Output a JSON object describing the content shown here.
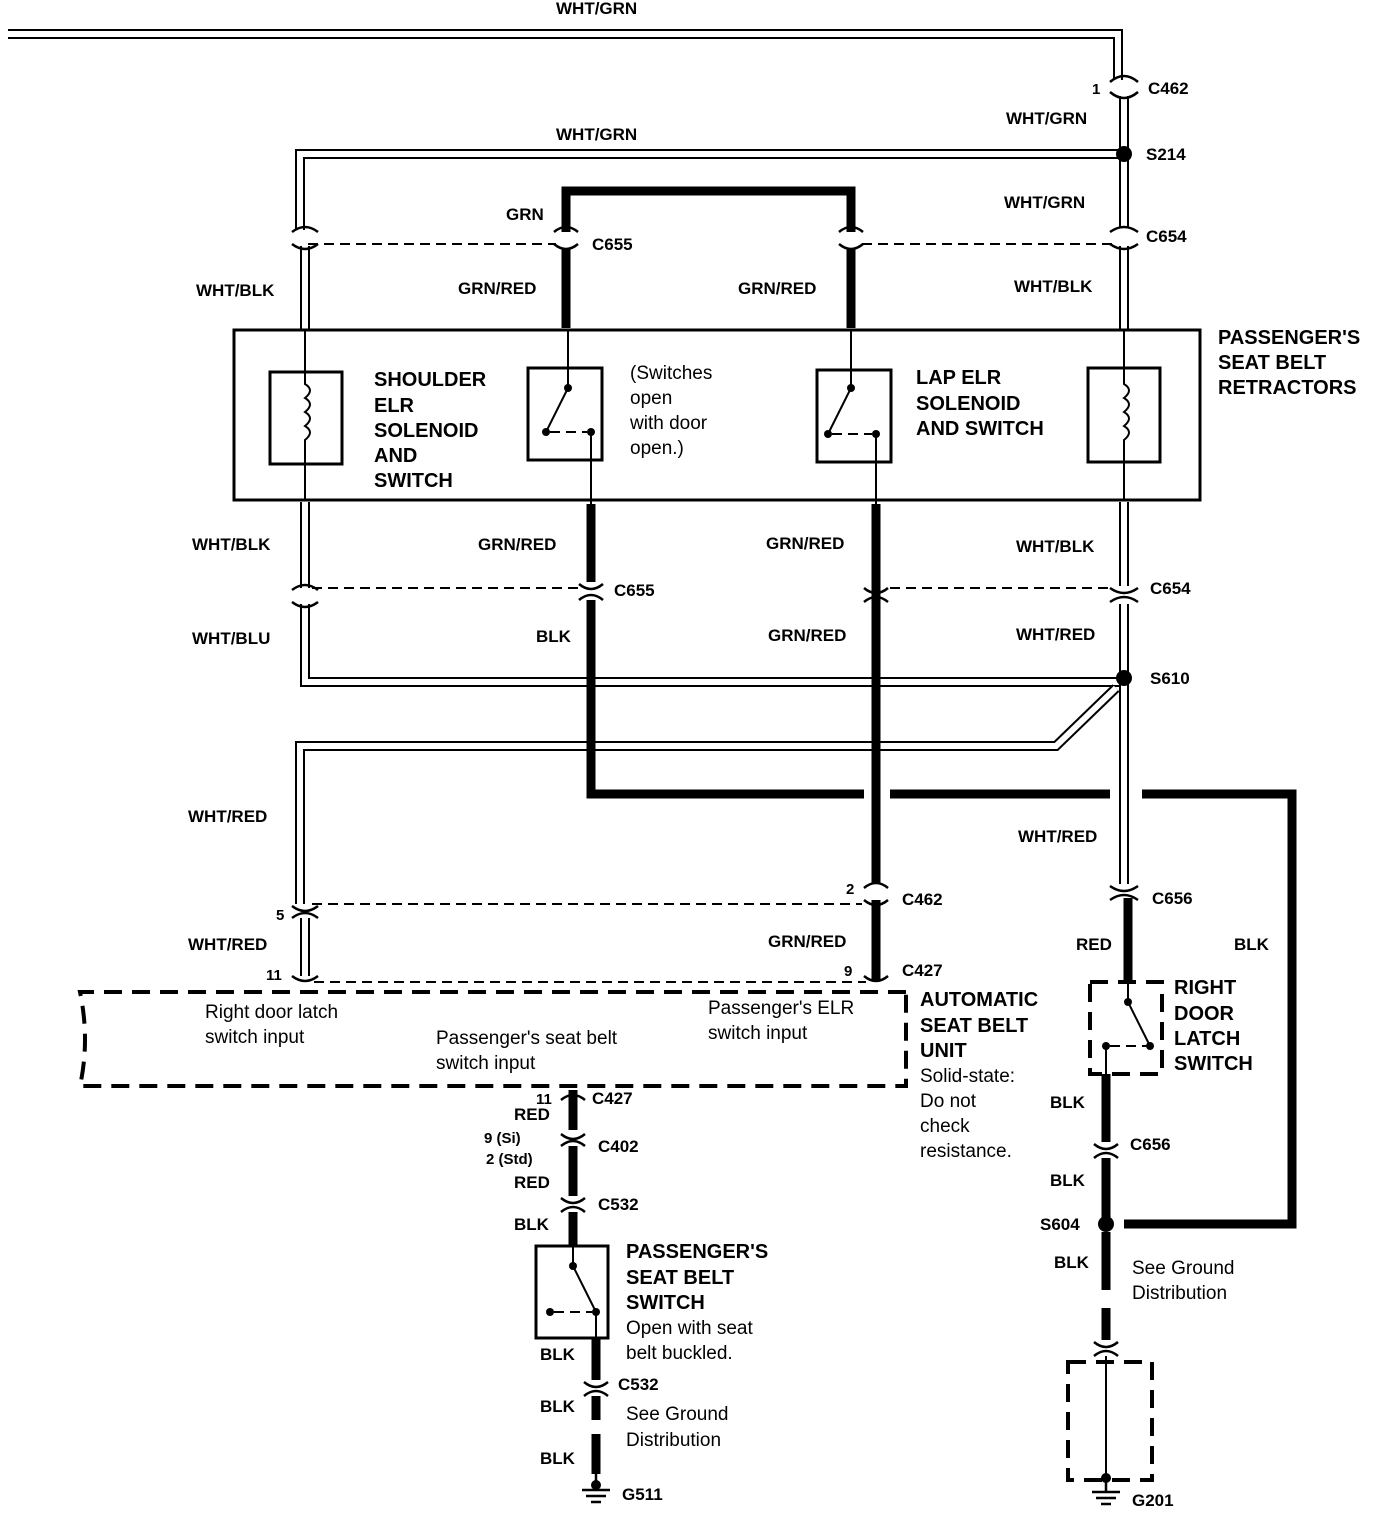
{
  "wires": {
    "wht_grn": "WHT/GRN",
    "wht_blk": "WHT/BLK",
    "wht_blu": "WHT/BLU",
    "wht_red": "WHT/RED",
    "grn": "GRN",
    "grn_red": "GRN/RED",
    "blk": "BLK",
    "red": "RED"
  },
  "connectors": {
    "c462": "C462",
    "c654": "C654",
    "c655": "C655",
    "c656": "C656",
    "c427": "C427",
    "c402": "C402",
    "c532": "C532",
    "s214": "S214",
    "s610": "S610",
    "s604": "S604",
    "g511": "G511",
    "g201": "G201"
  },
  "pins": {
    "p1": "1",
    "p2": "2",
    "p5": "5",
    "p9": "9",
    "p11": "11",
    "p9si": "9 (Si)",
    "p2std": "2 (Std)"
  },
  "retractors": {
    "title": [
      "PASSENGER'S",
      "SEAT BELT",
      "RETRACTORS"
    ],
    "shoulder": [
      "SHOULDER",
      "ELR",
      "SOLENOID",
      "AND",
      "SWITCH"
    ],
    "lap": [
      "LAP ELR",
      "SOLENOID",
      "AND SWITCH"
    ],
    "switch_note": [
      "(Switches",
      "open",
      "with door",
      "open.)"
    ]
  },
  "seat_belt_unit": {
    "title": [
      "AUTOMATIC",
      "SEAT BELT",
      "UNIT"
    ],
    "note": [
      "Solid-state:",
      "Do not",
      "check",
      "resistance."
    ],
    "inputs": {
      "right_door": [
        "Right door latch",
        "switch input"
      ],
      "passenger_belt": [
        "Passenger's seat belt",
        "switch input"
      ],
      "elr": [
        "Passenger's ELR",
        "switch input"
      ]
    }
  },
  "right_door_latch": [
    "RIGHT",
    "DOOR",
    "LATCH",
    "SWITCH"
  ],
  "passenger_belt_switch": {
    "title": [
      "PASSENGER'S",
      "SEAT BELT",
      "SWITCH"
    ],
    "note": [
      "Open with seat",
      "belt buckled."
    ]
  },
  "ground_note": [
    "See Ground",
    "Distribution"
  ]
}
